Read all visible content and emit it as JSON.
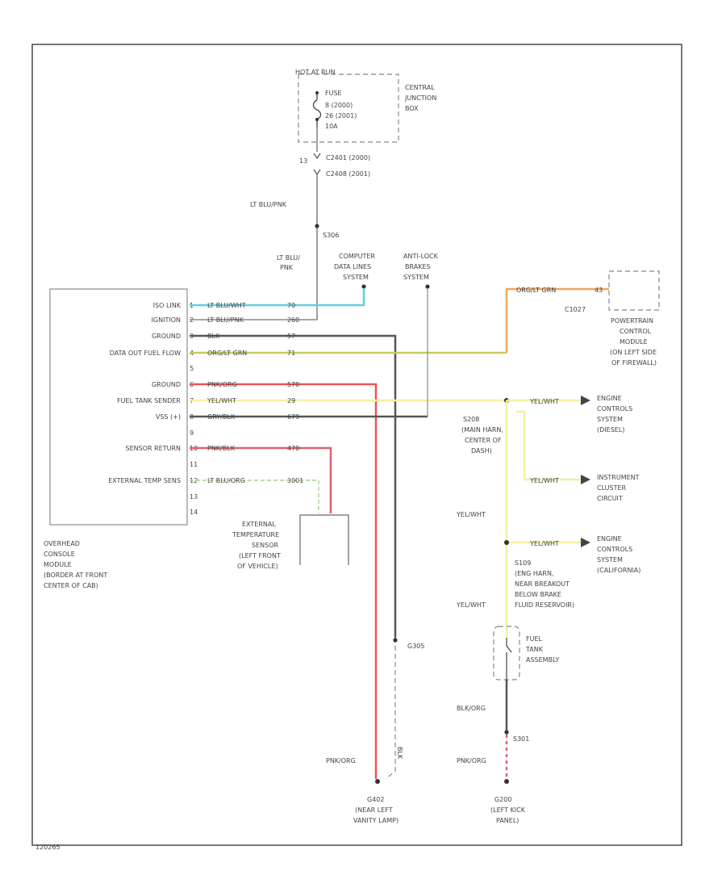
{
  "diagram_id": "120265",
  "module": {
    "labels": [
      "OVERHEAD",
      "CONSOLE",
      "MODULE",
      "(BORDER AT FRONT",
      "CENTER OF CAB)"
    ],
    "pins": [
      {
        "num": "1",
        "name": "ISO LINK"
      },
      {
        "num": "2",
        "name": "IGNITION"
      },
      {
        "num": "3",
        "name": "GROUND"
      },
      {
        "num": "4",
        "name": "DATA OUT FUEL FLOW"
      },
      {
        "num": "5",
        "name": ""
      },
      {
        "num": "6",
        "name": "GROUND"
      },
      {
        "num": "7",
        "name": "FUEL TANK SENDER"
      },
      {
        "num": "8",
        "name": "VSS (+)"
      },
      {
        "num": "9",
        "name": ""
      },
      {
        "num": "10",
        "name": "SENSOR RETURN"
      },
      {
        "num": "11",
        "name": ""
      },
      {
        "num": "12",
        "name": "EXTERNAL TEMP SENS"
      },
      {
        "num": "13",
        "name": ""
      },
      {
        "num": "14",
        "name": ""
      }
    ]
  },
  "wires": {
    "w1": {
      "color": "LT BLU/WHT",
      "circuit": "70"
    },
    "w2": {
      "color": "LT BLU/PNK",
      "circuit": "260"
    },
    "w3": {
      "color": "BLK",
      "circuit": "57"
    },
    "w4": {
      "color": "ORG/LT GRN",
      "circuit": "71"
    },
    "w6": {
      "color": "PNK/ORG",
      "circuit": "570"
    },
    "w7": {
      "color": "YEL/WHT",
      "circuit": "29"
    },
    "w8": {
      "color": "GRY/BLK",
      "circuit": "679"
    },
    "w10": {
      "color": "PNK/BLK",
      "circuit": "470"
    },
    "w12": {
      "color": "LT BLU/ORG",
      "circuit": "3001"
    }
  },
  "hot_at_run": "HOT AT RUN",
  "fuse": [
    "FUSE",
    "8    (2000)",
    "26  (2001)",
    "10A"
  ],
  "central_junction_box": [
    "CENTRAL",
    "JUNCTION",
    "BOX"
  ],
  "connector_c": {
    "pin": "13",
    "lines": [
      "C2401   (2000)",
      "C2408   (2001)"
    ]
  },
  "lt_blu_pnk_top": "LT BLU/PNK",
  "splice_s306": "S306",
  "lt_blu_pnk_split": [
    "LT BLU/",
    "PNK"
  ],
  "computer_data_lines": [
    "COMPUTER",
    "DATA LINES",
    "SYSTEM"
  ],
  "anti_lock_brakes": [
    "ANTI-LOCK",
    "BRAKES",
    "SYSTEM"
  ],
  "pcm": {
    "wire": "ORG/LT GRN",
    "pin": "43",
    "connector": "C1027",
    "labels": [
      "POWERTRAIN",
      "CONTROL",
      "MODULE",
      "(ON LEFT SIDE",
      "OF FIREWALL)"
    ]
  },
  "s208": [
    "S208",
    "(MAIN HARN,",
    "CENTER OF",
    "DASH)"
  ],
  "engine_controls_diesel": [
    "ENGINE",
    "CONTROLS",
    "SYSTEM",
    "(DIESEL)"
  ],
  "instrument_cluster": [
    "INSTRUMENT",
    "CLUSTER",
    "CIRCUIT"
  ],
  "engine_controls_calif": [
    "ENGINE",
    "CONTROLS",
    "SYSTEM",
    "(CALIFORNIA)"
  ],
  "s109": [
    "S109",
    "(ENG HARN,",
    "NEAR BREAKOUT",
    "BELOW BRAKE",
    "FLUID RESERVOIR)"
  ],
  "yel_wht": "YEL/WHT",
  "fuel_tank": [
    "FUEL",
    "TANK",
    "ASSEMBLY"
  ],
  "blk_org": "BLK/ORG",
  "s301": "S301",
  "pnk_org": "PNK/ORG",
  "g200": [
    "G200",
    "(LEFT KICK",
    "PANEL)"
  ],
  "g402": [
    "G402",
    "(NEAR LEFT",
    "VANITY LAMP)"
  ],
  "g305": "G305",
  "blk": "BLK",
  "ext_temp_sensor": [
    "EXTERNAL",
    "TEMPERATURE",
    "SENSOR",
    "(LEFT FRONT",
    "OF VEHICLE)"
  ],
  "colors": {
    "lt_blu": "#66ccdd",
    "dark_gray": "#555555",
    "gray": "#999999",
    "orange": "#f0a860",
    "olive": "#c8cc60",
    "red": "#ee5555",
    "yellow": "#f2f0a0",
    "pink_red": "#e06070",
    "green": "#aacc99"
  }
}
